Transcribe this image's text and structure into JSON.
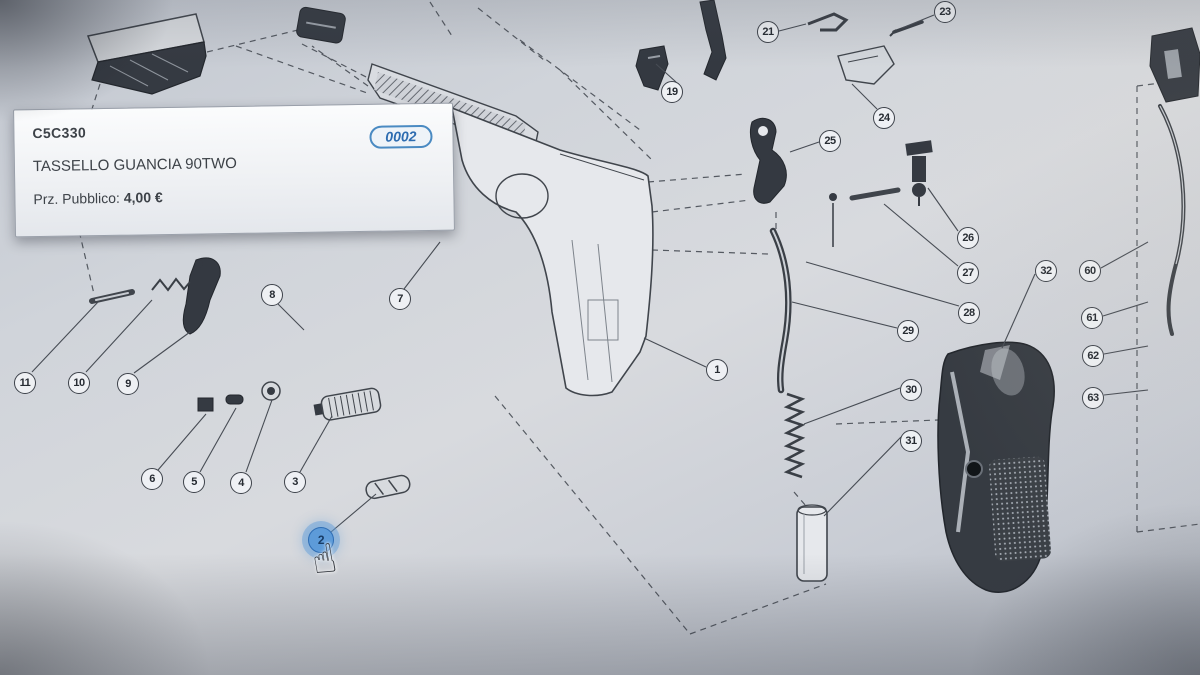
{
  "tooltip": {
    "code": "C5C330",
    "name": "TASSELLO GUANCIA 90TWO",
    "price_label": "Prz. Pubblico:",
    "price_value": "4,00 €",
    "badge": "0002"
  },
  "callouts": {
    "n1": "1",
    "n2": "2",
    "n3": "3",
    "n4": "4",
    "n5": "5",
    "n6": "6",
    "n7": "7",
    "n8": "8",
    "n9": "9",
    "n10": "10",
    "n11": "11",
    "n19": "19",
    "n21": "21",
    "n23": "23",
    "n24": "24",
    "n25": "25",
    "n26": "26",
    "n27": "27",
    "n28": "28",
    "n29": "29",
    "n30": "30",
    "n31": "31",
    "n32": "32",
    "n60": "60",
    "n61": "61",
    "n62": "62",
    "n63": "63"
  },
  "icons": {
    "cursor_glyph": "☝"
  },
  "colors": {
    "line": "#40454c",
    "highlight_fill": "#5d9bd9",
    "highlight_ring": "#2e6db4",
    "badge_blue": "#2d6cb0"
  }
}
